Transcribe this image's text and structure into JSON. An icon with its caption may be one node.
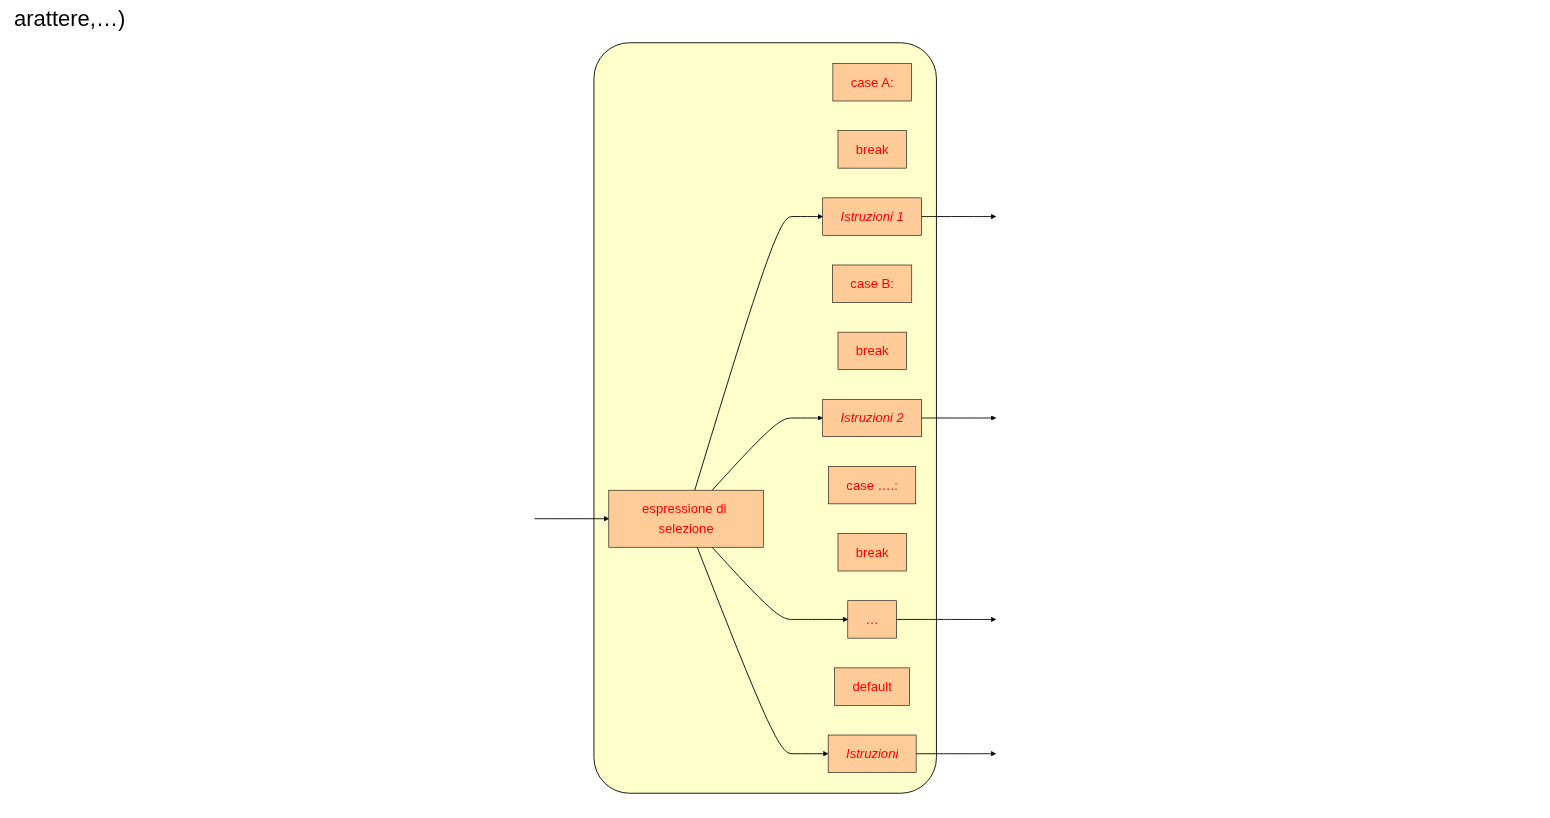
{
  "diagram": {
    "nodes": [
      {
        "text": [],
        "shape": "box"
      },
      {
        "text": [
          "espressione di selezione"
        ],
        "in": 0
      },
      {
        "text": [
          "case A:"
        ],
        "in": 0
      },
      {
        "text": [
          "break"
        ],
        "in": 0
      },
      {
        "text": [
          "Istruzioni 1"
        ],
        "in": 0
      },
      {
        "text": [
          "case B:"
        ],
        "in": 0
      },
      {
        "text": [
          "break"
        ],
        "in": 0
      },
      {
        "text": [
          "Istruzioni 2"
        ],
        "in": 0
      },
      {
        "text": [
          "case ….:"
        ],
        "in": 0
      },
      {
        "text": [
          "break"
        ],
        "in": 0
      },
      {
        "text": [
          "…"
        ],
        "in": 0
      },
      {
        "text": [
          "default"
        ],
        "in": 0
      },
      {
        "text": [
          "Istruzioni"
        ],
        "in": 0
      }
    ],
    "edges": [
      {
        "from": null,
        "to": 1,
        "arrow": "to"
      },
      {
        "from": 1,
        "to": 4,
        "arrow": "to"
      },
      {
        "from": 1,
        "to": 7,
        "arrow": "to"
      },
      {
        "from": 1,
        "to": 10,
        "arrow": "to"
      },
      {
        "from": 1,
        "to": 12,
        "arrow": "to"
      },
      {
        "from": 4,
        "to": null,
        "arrow": "to"
      },
      {
        "from": 7,
        "to": null,
        "arrow": "to"
      },
      {
        "from": 10,
        "to": null,
        "arrow": "to"
      },
      {
        "from": 12,
        "to": null,
        "arrow": "to"
      }
    ],
    "labels": [
      "arattere,…)"
    ]
  }
}
